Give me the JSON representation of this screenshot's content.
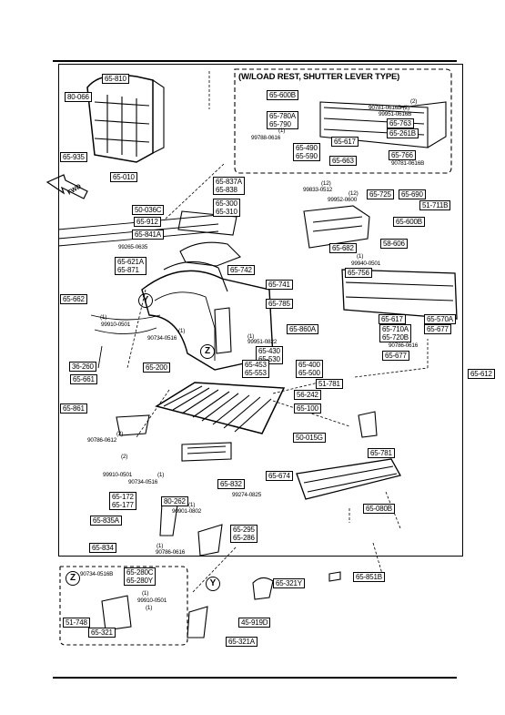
{
  "inset_title": "(W/LOAD REST, SHUTTER LEVER TYPE)",
  "fwd_label": "FWD",
  "callout_letters": {
    "y": "Y",
    "z": "Z"
  },
  "labels": [
    "65-810",
    "80-066",
    "65-935",
    "65-010",
    "50-036C",
    "65-912",
    "65-837A\n65-838",
    "65-300\n65-310",
    "65-841A",
    "65-621A\n65-871",
    "65-742",
    "65-741",
    "65-785",
    "65-860A",
    "65-662",
    "65-430\n65-530",
    "65-453\n65-553",
    "65-400\n65-500",
    "36-260",
    "65-661",
    "65-200",
    "65-600B",
    "65-780A\n65-790",
    "65-617",
    "65-763",
    "65-261B",
    "65-490\n65-590",
    "65-663",
    "65-766",
    "65-725",
    "65-690",
    "51-711B",
    "65-682",
    "65-600B",
    "58-606",
    "65-756",
    "65-617",
    "65-570A",
    "65-710A\n65-720B",
    "65-677",
    "65-677",
    "65-612",
    "51-781",
    "56-242",
    "65-100",
    "65-861",
    "50-015G",
    "65-781",
    "65-674",
    "65-832",
    "65-172\n65-177",
    "80-262",
    "65-835A",
    "65-834",
    "65-295\n65-286",
    "65-080B",
    "65-851B",
    "65-280C\n65-280Y",
    "51-748",
    "65-321",
    "65-321Y",
    "45-919D",
    "65-321A"
  ],
  "notes": [
    "(1)",
    "99910-0501",
    "(1)",
    "90734-0516",
    "99265-0635",
    "(1)",
    "99951-0822",
    "(12)",
    "99833-0512",
    "(12)",
    "99952-0600",
    "(2)",
    "90781-0616B (2)",
    "99951-0616B",
    "(1)",
    "99788-0616",
    "90781-0616B",
    "99940-0501",
    "(1)",
    "90786-0616",
    "(2)",
    "90786-0612",
    "(2)",
    "99910-0501",
    "(1)",
    "90734-0516",
    "99274-0825",
    "(1)",
    "90901-0802",
    "(1)",
    "90786-0616",
    "90734-0516B",
    "(1)",
    "99910-0501",
    "(1)"
  ]
}
